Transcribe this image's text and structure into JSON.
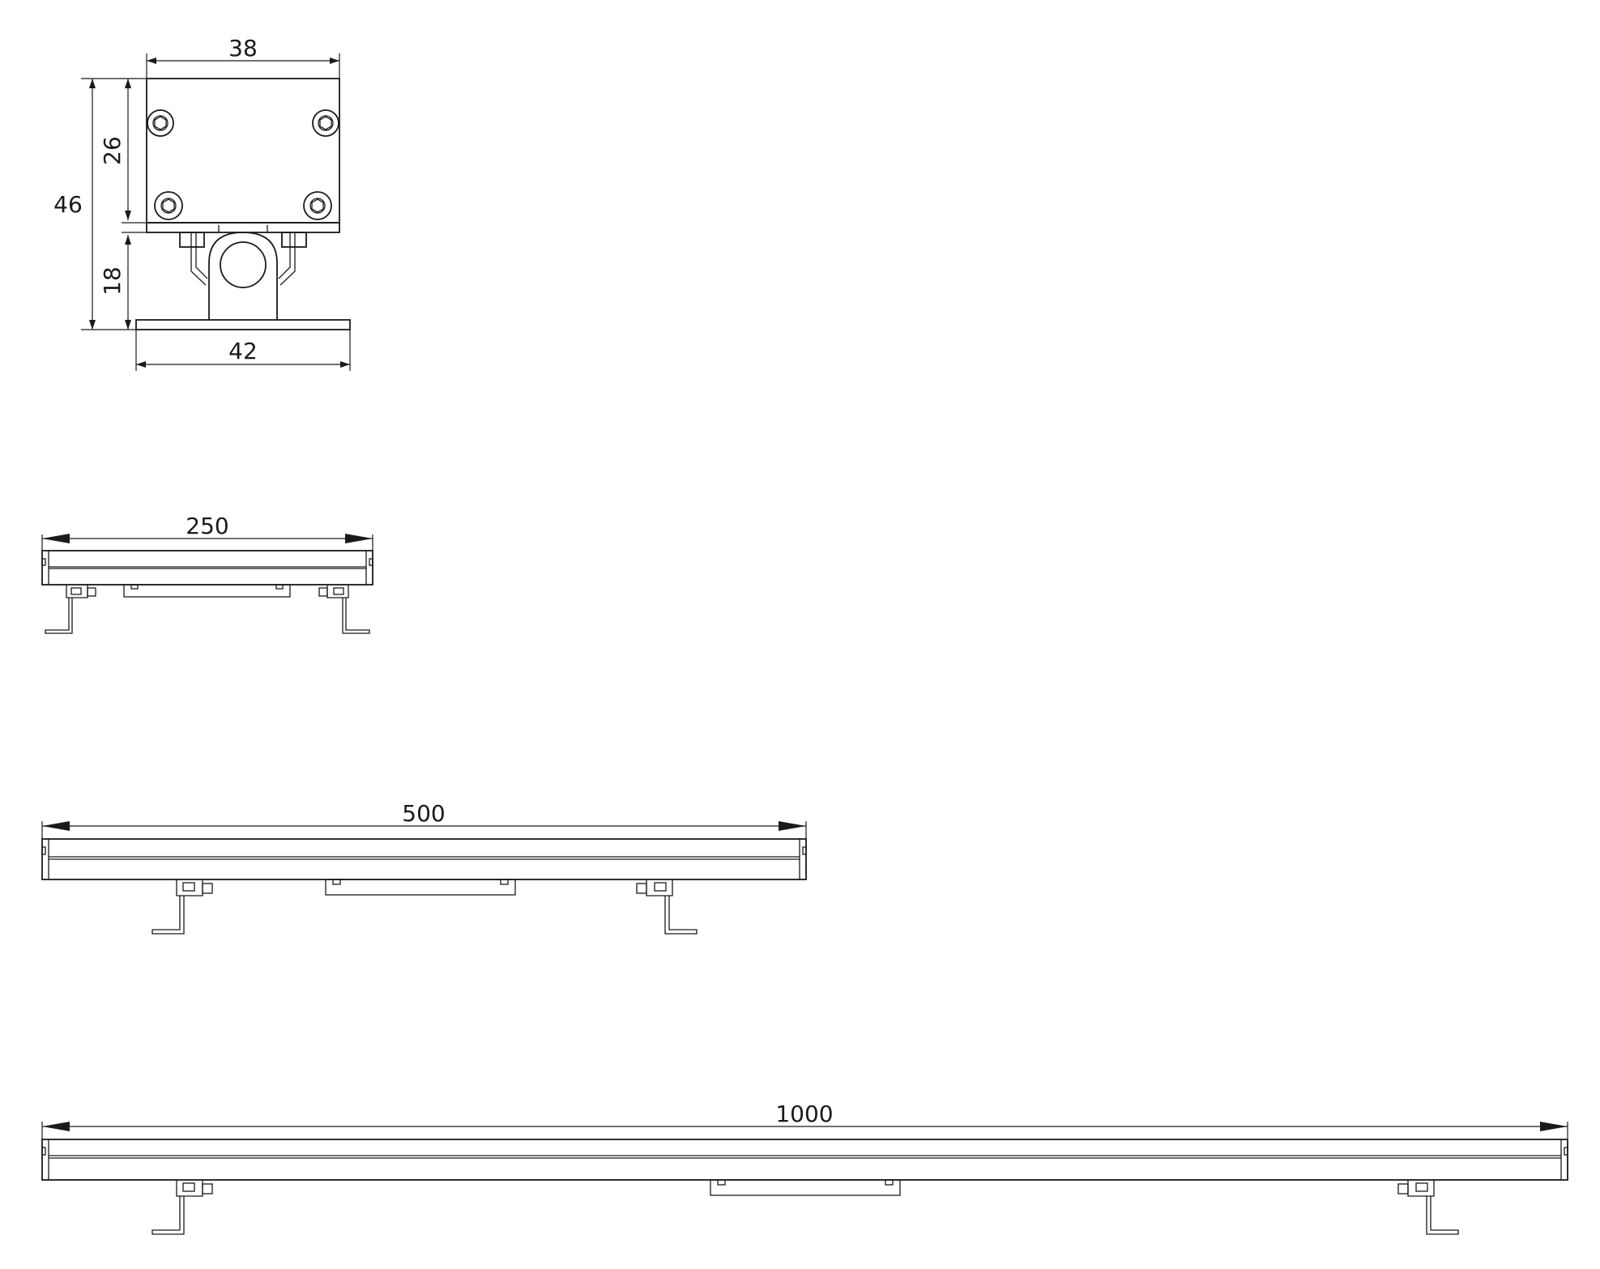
{
  "end_view": {
    "width_top": "38",
    "height_total": "46",
    "height_upper": "26",
    "height_lower": "18",
    "width_base": "42"
  },
  "bars": [
    {
      "length_label": "250"
    },
    {
      "length_label": "500"
    },
    {
      "length_label": "1000"
    }
  ]
}
